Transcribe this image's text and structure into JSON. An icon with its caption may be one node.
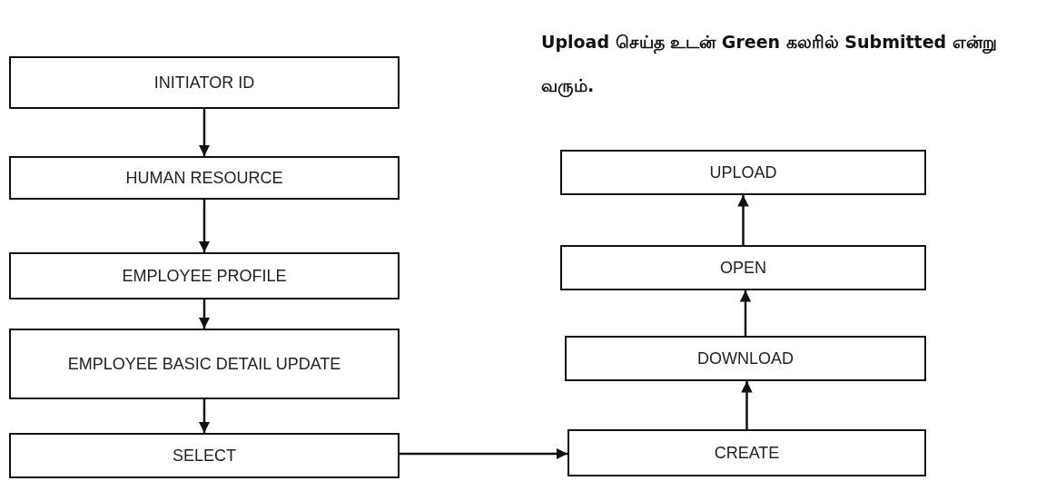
{
  "diagram": {
    "nodes": [
      {
        "text": [
          "INITIATOR ID"
        ]
      },
      {
        "text": [
          "HUMAN RESOURCE"
        ]
      },
      {
        "text": [
          "EMPLOYEE PROFILE"
        ]
      },
      {
        "text": [
          "EMPLOYEE BASIC DETAIL UPDATE"
        ]
      },
      {
        "text": [
          "SELECT"
        ]
      },
      {
        "text": [
          "UPLOAD"
        ]
      },
      {
        "text": [
          "OPEN"
        ]
      },
      {
        "text": [
          "DOWNLOAD"
        ]
      },
      {
        "text": [
          "CREATE"
        ]
      }
    ],
    "edges": [
      {
        "from": 0,
        "to": 1,
        "arrow": "to"
      },
      {
        "from": 1,
        "to": 2,
        "arrow": "to"
      },
      {
        "from": 2,
        "to": 3,
        "arrow": "to"
      },
      {
        "from": 3,
        "to": 4,
        "arrow": "to"
      },
      {
        "from": 4,
        "to": 8,
        "arrow": "to"
      },
      {
        "from": 8,
        "to": 7,
        "arrow": "to"
      },
      {
        "from": 7,
        "to": 6,
        "arrow": "to"
      },
      {
        "from": 6,
        "to": 5,
        "arrow": "to"
      }
    ],
    "labels": [
      "Upload செய்த உடன் Green கலரில் Submitted என்று வரும்."
    ]
  }
}
